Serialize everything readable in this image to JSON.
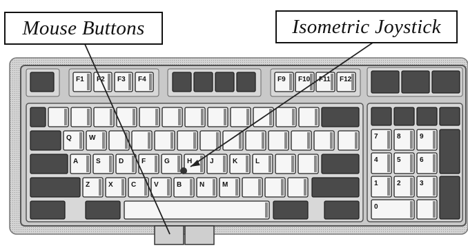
{
  "labels": {
    "mouse_buttons": "Mouse Buttons",
    "isometric_joystick": "Isometric Joystick"
  },
  "keyboard": {
    "function_keys": [
      "F1",
      "F2",
      "F3",
      "F4",
      "F9",
      "F10",
      "F11",
      "F12"
    ],
    "row_qwerty_letters": [
      "Q",
      "W"
    ],
    "row_home_letters": [
      "A",
      "S",
      "D",
      "F",
      "G",
      "H",
      "J",
      "K",
      "L"
    ],
    "row_bottom_letters": [
      "Z",
      "X",
      "C",
      "V",
      "B",
      "N",
      "M"
    ],
    "numpad_digits": [
      "7",
      "8",
      "9",
      "4",
      "5",
      "6",
      "1",
      "2",
      "3",
      "0"
    ]
  },
  "colors": {
    "key_dark": "#333333",
    "key_light": "#ffffff",
    "frame": "#dcdcdc",
    "numpad_fill": "#6a6a6a",
    "pointer_line": "#222222"
  }
}
